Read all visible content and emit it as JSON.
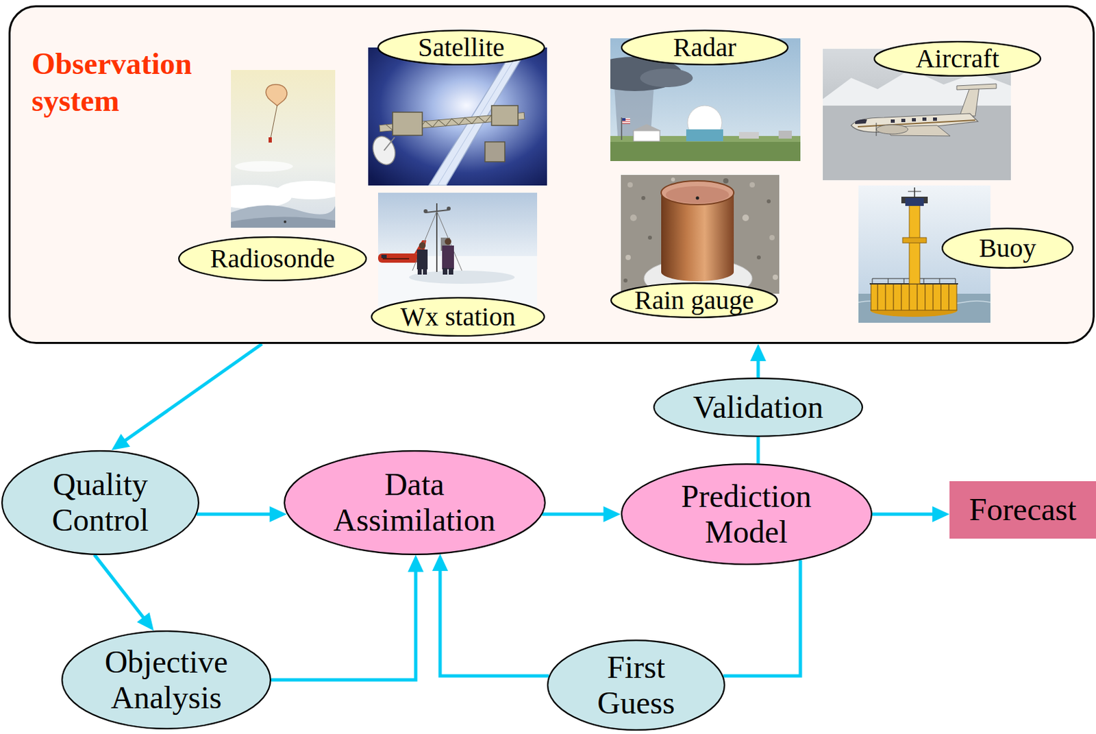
{
  "diagram": {
    "nodes": [
      {
        "text": [
          "Observation system"
        ]
      },
      {
        "text": [
          "Radiosonde"
        ],
        "in": 0
      },
      {
        "text": [
          "Satellite"
        ],
        "in": 0
      },
      {
        "text": [
          "Wx station"
        ],
        "in": 0
      },
      {
        "text": [
          "Radar"
        ],
        "in": 0
      },
      {
        "text": [
          "Rain gauge"
        ],
        "in": 0
      },
      {
        "text": [
          "Aircraft"
        ],
        "in": 0
      },
      {
        "text": [
          "Buoy"
        ],
        "in": 0
      },
      {
        "text": [
          "Quality Control"
        ]
      },
      {
        "text": [
          "Data Assimilation"
        ]
      },
      {
        "text": [
          "Prediction Model"
        ]
      },
      {
        "text": [
          "Forecast"
        ]
      },
      {
        "text": [
          "Validation"
        ]
      },
      {
        "text": [
          "Objective Analysis"
        ]
      },
      {
        "text": [
          "First Guess"
        ]
      }
    ],
    "edges": [
      {
        "from": 0,
        "to": 8,
        "arrow": "to"
      },
      {
        "from": 8,
        "to": 9,
        "arrow": "to"
      },
      {
        "from": 8,
        "to": 13,
        "arrow": "to"
      },
      {
        "from": 13,
        "to": 9,
        "arrow": "to"
      },
      {
        "from": 9,
        "to": 10,
        "arrow": "to"
      },
      {
        "from": 10,
        "to": 11,
        "arrow": "to"
      },
      {
        "from": 10,
        "to": 12,
        "arrow": "none"
      },
      {
        "from": 12,
        "to": 0,
        "arrow": "to"
      },
      {
        "from": 10,
        "to": 14,
        "arrow": "none"
      },
      {
        "from": 14,
        "to": 9,
        "arrow": "to"
      }
    ]
  }
}
